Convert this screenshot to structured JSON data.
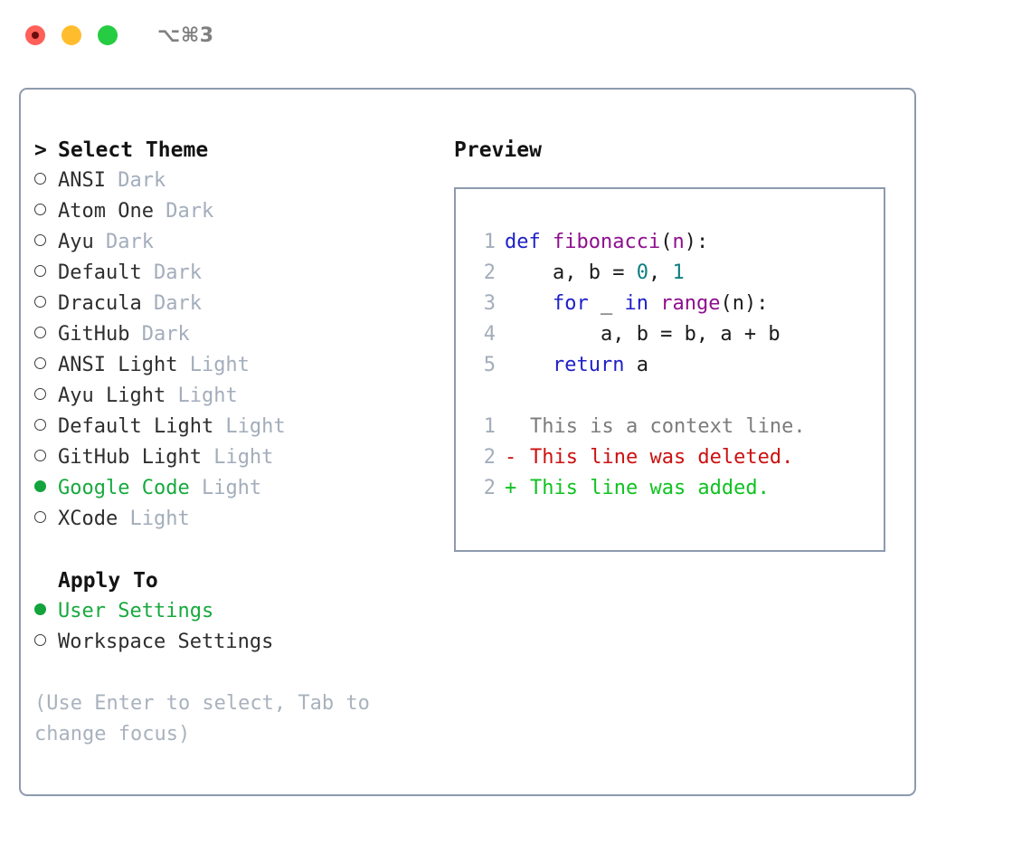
{
  "window": {
    "shortcut_label": "⌥⌘3",
    "traffic_lights": [
      "close",
      "minimize",
      "maximize"
    ]
  },
  "colors": {
    "accent_green": "#18a93f",
    "muted": "#a3adbb",
    "border": "#8d9aad",
    "keyword": "#1f21c7",
    "function": "#8e0f8e",
    "number": "#0f7d80",
    "diff_delete": "#cc1111",
    "diff_add": "#0fc221",
    "diff_context": "#7c7c7c"
  },
  "theme_picker": {
    "heading": "Select Theme",
    "heading_caret": ">",
    "items": [
      {
        "name": "ANSI",
        "variant": "Dark",
        "selected": false
      },
      {
        "name": "Atom One",
        "variant": "Dark",
        "selected": false
      },
      {
        "name": "Ayu",
        "variant": "Dark",
        "selected": false
      },
      {
        "name": "Default",
        "variant": "Dark",
        "selected": false
      },
      {
        "name": "Dracula",
        "variant": "Dark",
        "selected": false
      },
      {
        "name": "GitHub",
        "variant": "Dark",
        "selected": false
      },
      {
        "name": "ANSI Light",
        "variant": "Light",
        "selected": false
      },
      {
        "name": "Ayu Light",
        "variant": "Light",
        "selected": false
      },
      {
        "name": "Default Light",
        "variant": "Light",
        "selected": false
      },
      {
        "name": "GitHub Light",
        "variant": "Light",
        "selected": false
      },
      {
        "name": "Google Code",
        "variant": "Light",
        "selected": true
      },
      {
        "name": "XCode",
        "variant": "Light",
        "selected": false
      }
    ]
  },
  "apply_to": {
    "heading": "Apply To",
    "items": [
      {
        "name": "User Settings",
        "selected": true
      },
      {
        "name": "Workspace Settings",
        "selected": false
      }
    ]
  },
  "hint": "(Use Enter to select, Tab to change focus)",
  "preview": {
    "title": "Preview",
    "code_lines": [
      {
        "number": "1",
        "tokens": [
          {
            "text": "def ",
            "kind": "kw"
          },
          {
            "text": "fibonacci",
            "kind": "fn"
          },
          {
            "text": "(",
            "kind": "punct"
          },
          {
            "text": "n",
            "kind": "fn"
          },
          {
            "text": "):",
            "kind": "punct"
          }
        ]
      },
      {
        "number": "2",
        "tokens": [
          {
            "text": "    a, b = ",
            "kind": "plain"
          },
          {
            "text": "0",
            "kind": "num"
          },
          {
            "text": ", ",
            "kind": "plain"
          },
          {
            "text": "1",
            "kind": "num"
          }
        ]
      },
      {
        "number": "3",
        "tokens": [
          {
            "text": "    ",
            "kind": "plain"
          },
          {
            "text": "for",
            "kind": "kw"
          },
          {
            "text": " _ ",
            "kind": "plain"
          },
          {
            "text": "in",
            "kind": "kw"
          },
          {
            "text": " ",
            "kind": "plain"
          },
          {
            "text": "range",
            "kind": "fn"
          },
          {
            "text": "(n):",
            "kind": "punct"
          }
        ]
      },
      {
        "number": "4",
        "tokens": [
          {
            "text": "        a, b = b, a + b",
            "kind": "plain"
          }
        ]
      },
      {
        "number": "5",
        "tokens": [
          {
            "text": "    ",
            "kind": "plain"
          },
          {
            "text": "return",
            "kind": "kw"
          },
          {
            "text": " a",
            "kind": "plain"
          }
        ]
      }
    ],
    "diff_lines": [
      {
        "number": "1",
        "marker": " ",
        "text": "This is a context line.",
        "kind": "ctx"
      },
      {
        "number": "2",
        "marker": "-",
        "text": "This line was deleted.",
        "kind": "del"
      },
      {
        "number": "2",
        "marker": "+",
        "text": "This line was added.",
        "kind": "add"
      }
    ]
  }
}
